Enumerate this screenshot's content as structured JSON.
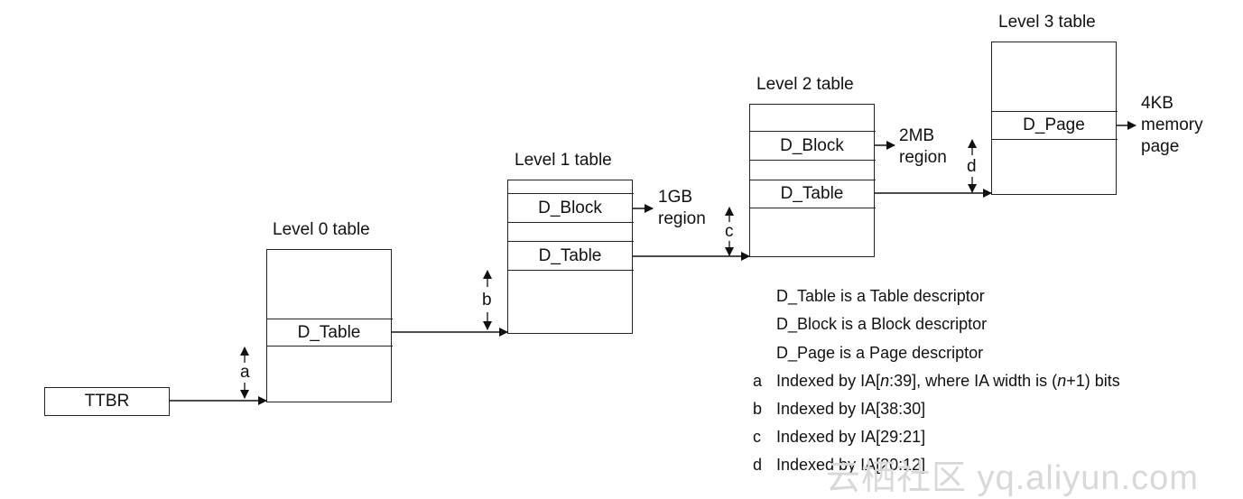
{
  "tables": {
    "level0": {
      "title": "Level 0 table",
      "entries": [
        "D_Table"
      ]
    },
    "level1": {
      "title": "Level 1 table",
      "entries": [
        "D_Block",
        "D_Table"
      ]
    },
    "level2": {
      "title": "Level 2 table",
      "entries": [
        "D_Block",
        "D_Table"
      ]
    },
    "level3": {
      "title": "Level 3 table",
      "entries": [
        "D_Page"
      ]
    }
  },
  "ttbr": "TTBR",
  "regions": {
    "gb": [
      "1GB",
      "region"
    ],
    "mb": [
      "2MB",
      "region"
    ],
    "kb": [
      "4KB",
      "memory",
      "page"
    ]
  },
  "index_letters": [
    "a",
    "b",
    "c",
    "d"
  ],
  "legend": {
    "descriptors": [
      "D_Table is a Table descriptor",
      "D_Block is a Block descriptor",
      "D_Page is a Page descriptor"
    ],
    "indexes": [
      {
        "key": "a",
        "pre": "Indexed by IA[",
        "ital1": "n",
        "mid": ":39], where IA width is (",
        "ital2": "n",
        "post": "+1) bits"
      },
      {
        "key": "b",
        "text": "Indexed by IA[38:30]"
      },
      {
        "key": "c",
        "text": "Indexed by IA[29:21]"
      },
      {
        "key": "d",
        "text": "Indexed by IA[20:12]"
      }
    ]
  },
  "watermark": "云栖社区 yq.aliyun.com"
}
